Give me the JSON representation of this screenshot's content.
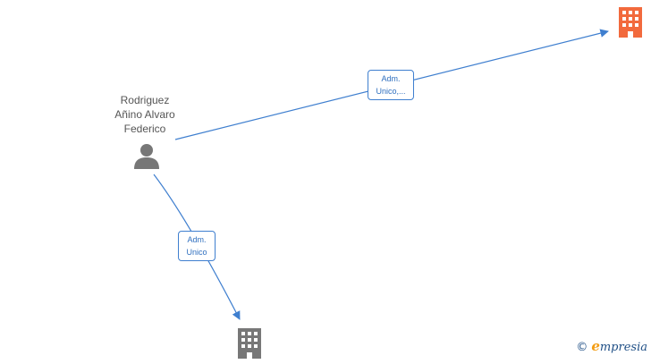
{
  "person": {
    "name_lines": [
      "Rodriguez",
      "Añino Alvaro",
      "Federico"
    ],
    "icon": "person-icon"
  },
  "companies": [
    {
      "id": "company-top",
      "icon": "building-icon",
      "color": "#f26a3d",
      "name": ""
    },
    {
      "id": "company-bottom",
      "icon": "building-icon",
      "color": "#777777",
      "name": ""
    }
  ],
  "edges": [
    {
      "from": "person",
      "to": "company-top",
      "label_lines": [
        "Adm.",
        "Unico,..."
      ]
    },
    {
      "from": "person",
      "to": "company-bottom",
      "label_lines": [
        "Adm.",
        "Unico"
      ]
    }
  ],
  "edge_color": "#3f7fcf",
  "brand": {
    "copyright": "©",
    "name_first": "e",
    "name_rest": "mpresia"
  }
}
